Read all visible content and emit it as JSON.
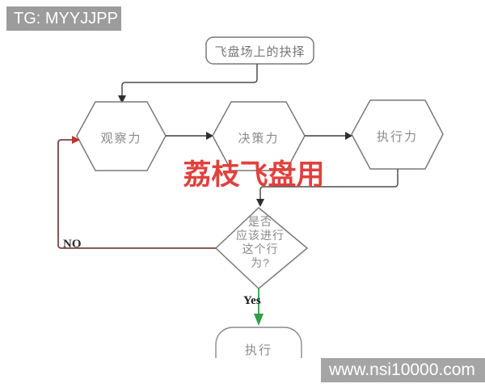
{
  "watermarks": {
    "top_left": "TG: MYYJJPP",
    "center_red": "荔枝飞盘用",
    "bottom_right": "www.nsi10000.com"
  },
  "flowchart": {
    "start": {
      "label": "飞盘场上的抉择"
    },
    "hexagons": [
      {
        "label": "观察力"
      },
      {
        "label": "决策力"
      },
      {
        "label": "执行力"
      }
    ],
    "decision": {
      "label": "是否\n应该进行\n这个行\n为?"
    },
    "end": {
      "label": "执行"
    },
    "edges": {
      "no_label": "NO",
      "yes_label": "Yes"
    }
  },
  "colors": {
    "line": "#4d4d4d",
    "node_border": "#7a7a7a",
    "node_text": "#8a8a8a",
    "no_line": "#7e4343",
    "no_arrow": "#c53030",
    "yes_line": "#2f9e44",
    "red_watermark": "#e0413d",
    "watermark_bar": "#9c9c9c"
  }
}
